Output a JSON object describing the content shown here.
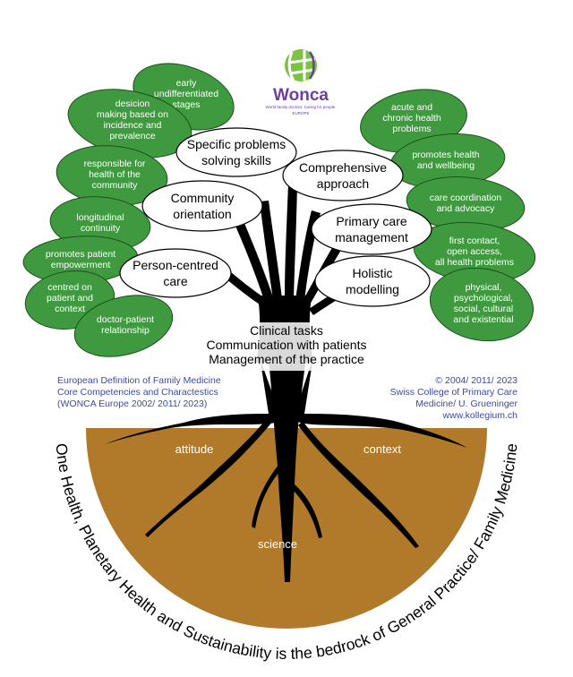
{
  "logo": {
    "name": "Wonca",
    "tagline": "World family doctors. Caring for people.",
    "region": "EUROPE",
    "colors": {
      "green": "#7cc242",
      "purple": "#6b3fa0"
    }
  },
  "colors": {
    "leaf_fill": "#3f9a3f",
    "trunk": "#000000",
    "soil": "#b07a2a",
    "credit_text": "#3a4aa8"
  },
  "left_leaves": [
    {
      "lines": [
        "early",
        "undifferentiated",
        "stages"
      ]
    },
    {
      "lines": [
        "desicion",
        "making based on",
        "incidence and",
        "prevalence"
      ]
    },
    {
      "lines": [
        "responsible for",
        "health of the",
        "community"
      ]
    },
    {
      "lines": [
        "longitudinal",
        "continuity"
      ]
    },
    {
      "lines": [
        "promotes patient",
        "empowerment"
      ]
    },
    {
      "lines": [
        "centred on",
        "patient and",
        "context"
      ]
    },
    {
      "lines": [
        "doctor-patient",
        "relationship"
      ]
    }
  ],
  "right_leaves": [
    {
      "lines": [
        "acute and",
        "chronic health",
        "problems"
      ]
    },
    {
      "lines": [
        "promotes health",
        "and wellbeing"
      ]
    },
    {
      "lines": [
        "care coordination",
        "and advocacy"
      ]
    },
    {
      "lines": [
        "first contact,",
        "open access,",
        "all health problems"
      ]
    },
    {
      "lines": [
        "physical,",
        "psychological,",
        "social, cultural",
        "and existential"
      ]
    }
  ],
  "competencies": [
    {
      "lines": [
        "Specific problems",
        "solving skills"
      ]
    },
    {
      "lines": [
        "Comprehensive",
        "approach"
      ]
    },
    {
      "lines": [
        "Community",
        "orientation"
      ]
    },
    {
      "lines": [
        "Primary care",
        "management"
      ]
    },
    {
      "lines": [
        "Person-centred",
        "care"
      ]
    },
    {
      "lines": [
        "Holistic",
        "modelling"
      ]
    }
  ],
  "trunk_labels": [
    "Clinical tasks",
    "Communication with patients",
    "Management of the practice"
  ],
  "credits": {
    "left": [
      "European Definition of Family Medicine",
      "Core Competencies and Charactestics",
      "(WONCA Europe 2002/ 2011/ 2023)"
    ],
    "right": [
      "© 2004/ 2011/ 2023",
      "Swiss College of Primary Care",
      "Medicine/ U. Grueninger",
      "www.kollegium.ch"
    ]
  },
  "roots": {
    "attitude": "attitude",
    "context": "context",
    "science": "science"
  },
  "arc_text": "One Health, Planetary Health and Sustainability is the bedrock of General Practice/ Family Medicine"
}
